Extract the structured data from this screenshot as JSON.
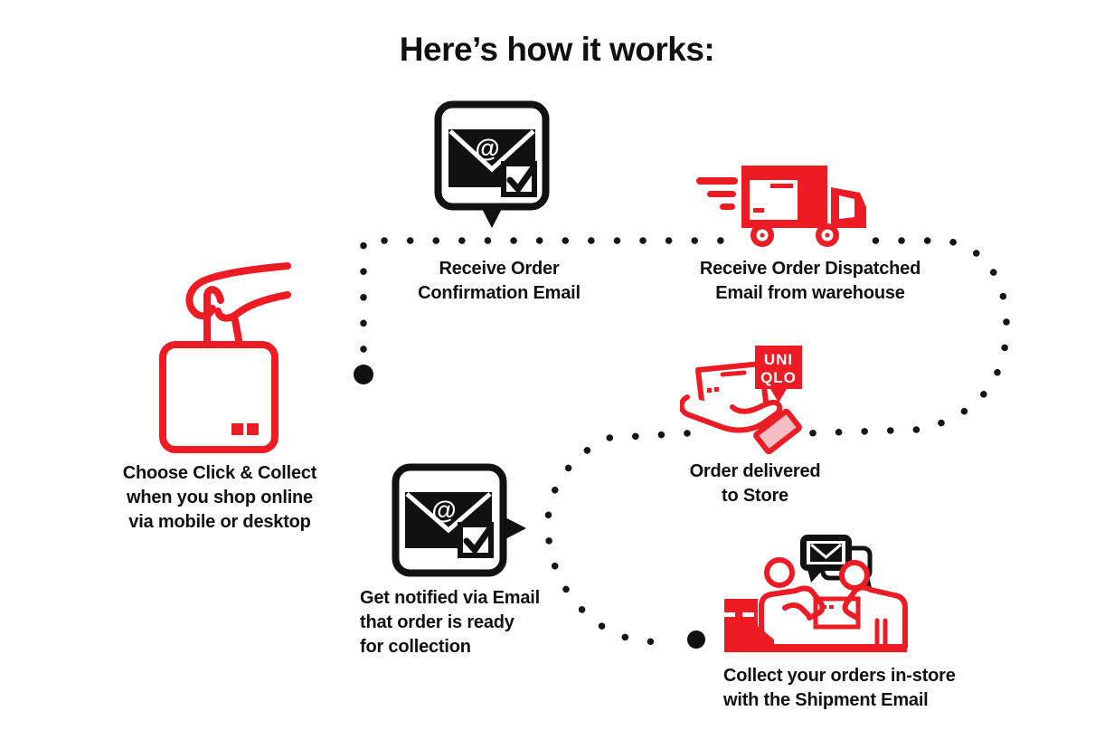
{
  "page": {
    "title": "Here’s how it works:",
    "background_color": "#ffffff",
    "colors": {
      "brand_red": "#ED1C24",
      "text_black": "#111111",
      "cuff_pink": "#F6BDC5",
      "white": "#ffffff"
    }
  },
  "symbols": {
    "at": "@"
  },
  "uniqlo_logo": {
    "line1": "UNI",
    "line2": "QLO"
  },
  "steps": {
    "choose": {
      "icon": "hand-with-shopping-bag-icon",
      "label": "Choose Click & Collect\nwhen you shop online\nvia mobile or desktop"
    },
    "confirmation": {
      "icon": "order-confirmation-email-icon",
      "label": "Receive Order\nConfirmation Email"
    },
    "dispatched": {
      "icon": "delivery-truck-icon",
      "label": "Receive Order Dispatched\nEmail from warehouse"
    },
    "delivered": {
      "icon": "hand-holding-package-uniqlo-icon",
      "label": "Order delivered\nto Store"
    },
    "notified": {
      "icon": "ready-notification-email-icon",
      "label": "Get notified via Email\nthat order is ready\nfor collection"
    },
    "collect": {
      "icon": "store-counter-pickup-icon",
      "label": "Collect your orders in-store\nwith the Shipment Email"
    }
  }
}
